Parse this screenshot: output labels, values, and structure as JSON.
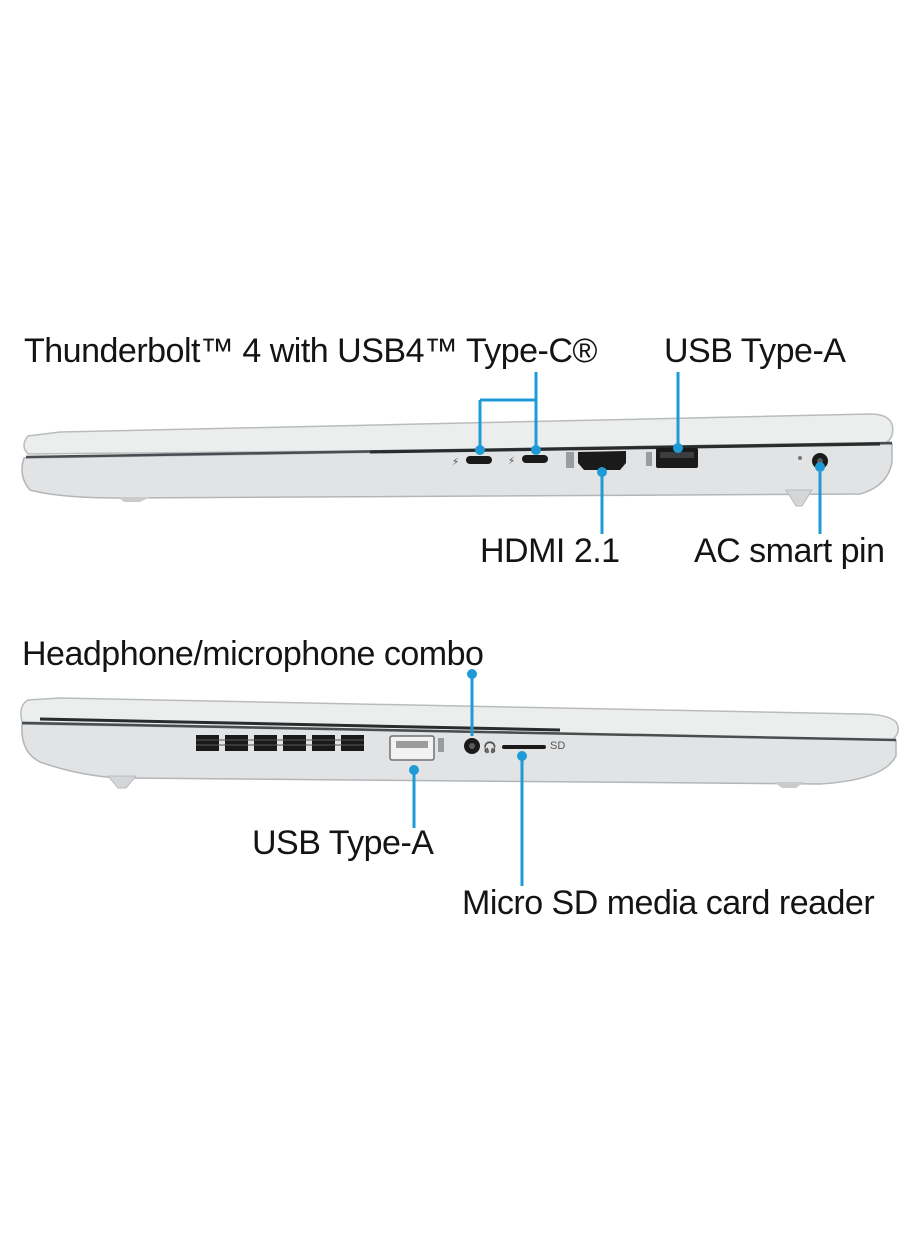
{
  "colors": {
    "callout": "#1e9bd7",
    "body": "#e6e7e8",
    "body_edge": "#b9bcbf",
    "port": "#1a1a1a"
  },
  "right_side": {
    "thunderbolt_label": "Thunderbolt™ 4 with USB4™ Type-C®",
    "usb_a_label": "USB Type-A",
    "hdmi_label": "HDMI 2.1",
    "ac_label": "AC smart pin"
  },
  "left_side": {
    "audio_label": "Headphone/microphone combo",
    "usb_a_label": "USB Type-A",
    "sd_label": "Micro SD media card reader",
    "sd_marking": "SD"
  }
}
